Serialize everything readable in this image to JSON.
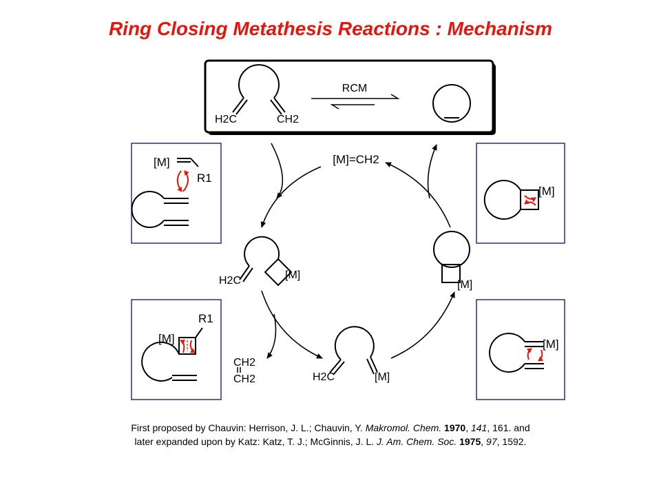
{
  "title": "Ring Closing Metathesis Reactions : Mechanism",
  "scheme": {
    "overall_reaction": {
      "arrow_label": "RCM",
      "reactant_left_label": "H2C",
      "reactant_right_label": "CH2"
    },
    "catalyst": "[M]=CH2",
    "metal": "[M]",
    "substituent": "R1",
    "h2c_label": "H2C",
    "ethylene_top": "CH2",
    "ethylene_bottom": "CH2"
  },
  "citation": {
    "line1": {
      "a": "First proposed by Chauvin: Herrison, J. L.; Chauvin, Y. ",
      "journal": "Makromol. Chem.",
      "year": "1970",
      "volume": "141",
      "pages": ", 161. and"
    },
    "line2": {
      "a": "later expanded upon by Katz: Katz, T. J.; McGinnis, J. L. ",
      "journal": "J. Am. Chem. Soc.",
      "year": "1975",
      "volume": "97",
      "pages": ", 1592."
    }
  },
  "colors": {
    "title": "#e4160e",
    "panel_border": "#2b2b86",
    "arrow_red": "#e4160e",
    "ink": "#000000"
  }
}
